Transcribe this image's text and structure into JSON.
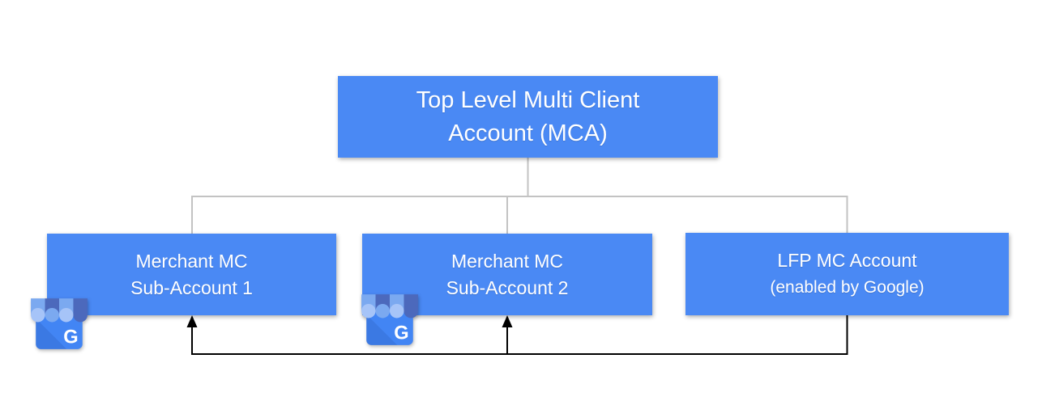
{
  "nodes": {
    "top": {
      "lines": [
        "Top Level Multi Client",
        "Account (MCA)"
      ]
    },
    "merchant1": {
      "lines": [
        "Merchant MC",
        "Sub-Account 1"
      ]
    },
    "merchant2": {
      "lines": [
        "Merchant MC",
        "Sub-Account 2"
      ]
    },
    "lfp": {
      "lines": [
        "LFP MC Account",
        "(enabled by Google)"
      ]
    }
  },
  "edges": {
    "tree": {
      "from": "Top Level Multi Client Account (MCA)",
      "to": [
        "Merchant MC Sub-Account 1",
        "Merchant MC Sub-Account 2",
        "LFP MC Account (enabled by Google)"
      ],
      "style": "plain gray elbow connector"
    },
    "flow": {
      "from": "LFP MC Account (enabled by Google)",
      "to": [
        "Merchant MC Sub-Account 1",
        "Merchant MC Sub-Account 2"
      ],
      "style": "black elbow connector with arrowheads"
    }
  },
  "icons": {
    "google_business_letter": "G",
    "name": "google-my-business-storefront"
  },
  "colors": {
    "box_fill": "#4a89f4",
    "box_text": "#ffffff",
    "tree_connector": "#c3c3c3",
    "flow_connector": "#000000",
    "awning_light": "#7ba9f0",
    "awning_dark": "#4c69bc",
    "scallop_light": "#a6c4f8",
    "body_blue": "#4285f4"
  }
}
